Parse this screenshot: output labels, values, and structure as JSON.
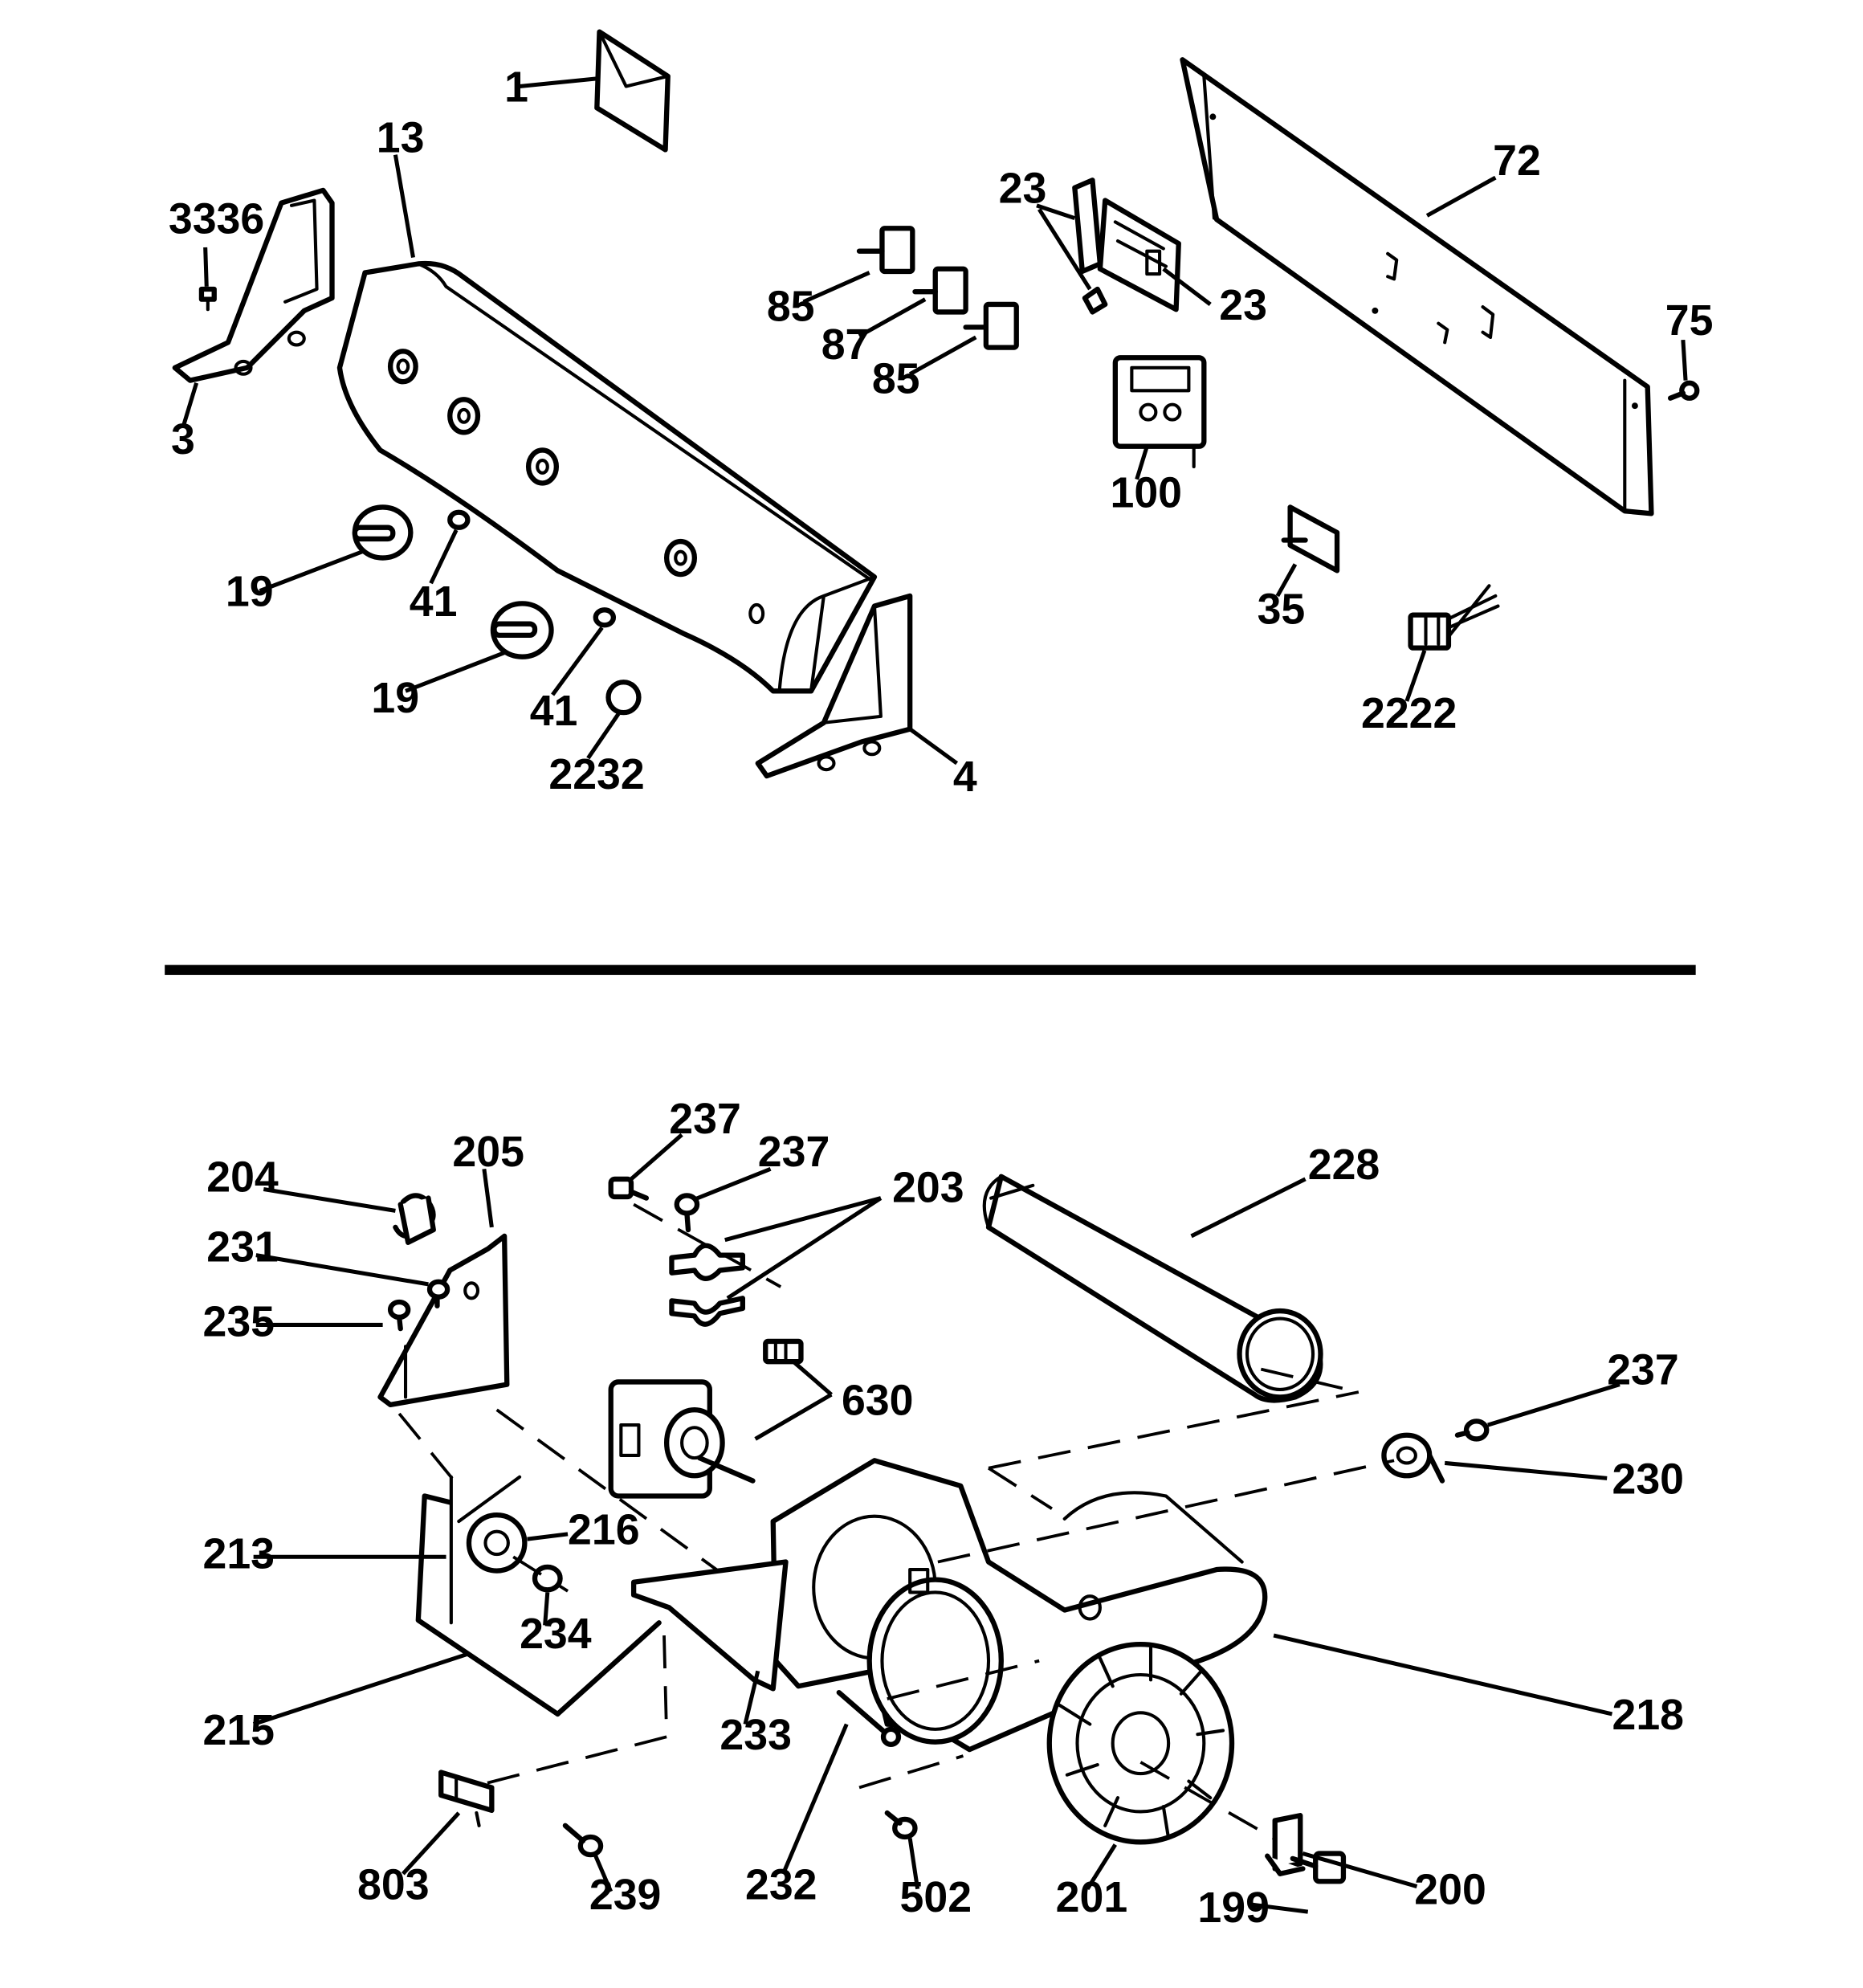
{
  "labels": {
    "l1": "1",
    "l13": "13",
    "l3336": "3336",
    "l3": "3",
    "l19a": "19",
    "l41a": "41",
    "l19b": "19",
    "l41b": "41",
    "l2232": "2232",
    "l4": "4",
    "l85a": "85",
    "l87": "87",
    "l85b": "85",
    "l23a": "23",
    "l23b": "23",
    "l100": "100",
    "l72": "72",
    "l75": "75",
    "l35": "35",
    "l2222": "2222",
    "l204": "204",
    "l205": "205",
    "l231": "231",
    "l235": "235",
    "l237a": "237",
    "l237b": "237",
    "l203": "203",
    "l228": "228",
    "l630": "630",
    "l237c": "237",
    "l230": "230",
    "l213": "213",
    "l216": "216",
    "l234": "234",
    "l215": "215",
    "l233": "233",
    "l218": "218",
    "l803": "803",
    "l239": "239",
    "l232": "232",
    "l502": "502",
    "l201": "201",
    "l200": "200",
    "l199": "199"
  }
}
